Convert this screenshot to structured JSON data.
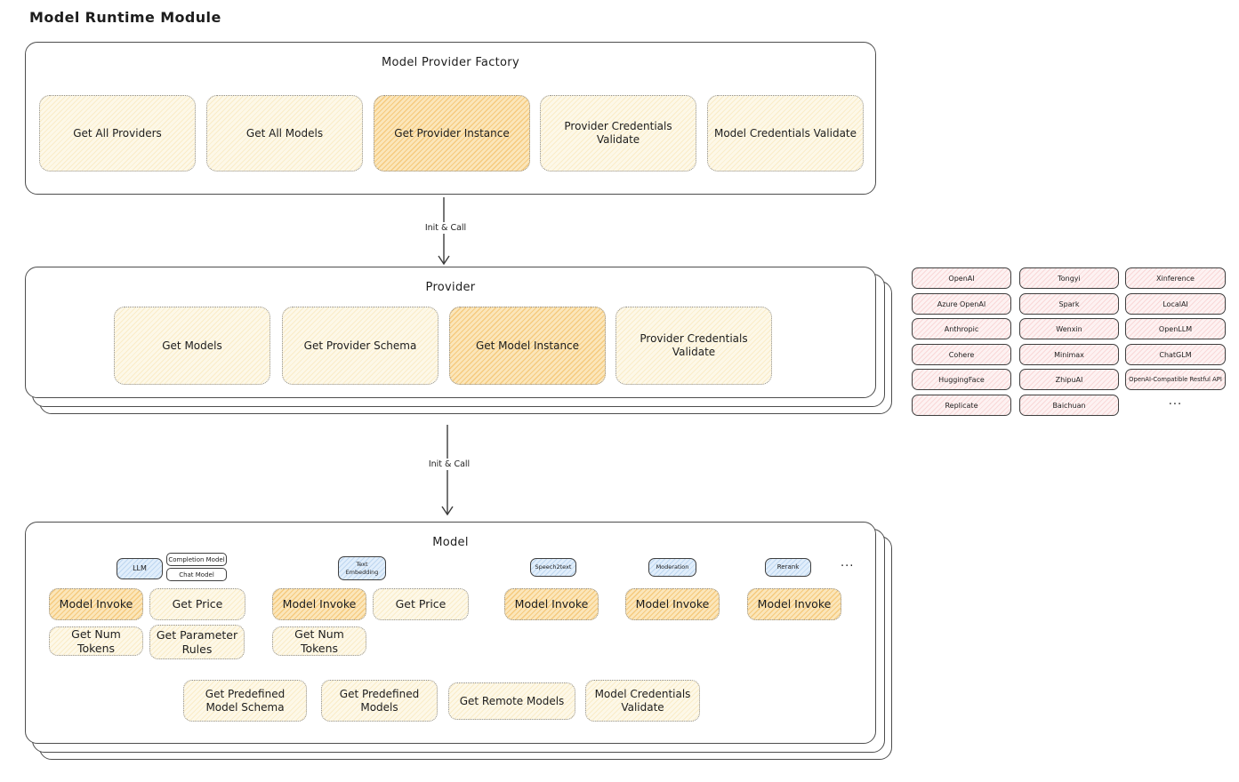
{
  "page": {
    "title": "Model Runtime Module"
  },
  "labels": {
    "init_call": "Init & Call"
  },
  "factory": {
    "title": "Model Provider Factory",
    "boxes": [
      {
        "label": "Get All Providers",
        "highlight": false
      },
      {
        "label": "Get All Models",
        "highlight": false
      },
      {
        "label": "Get Provider Instance",
        "highlight": true
      },
      {
        "label": "Provider Credentials Validate",
        "highlight": false
      },
      {
        "label": "Model Credentials Validate",
        "highlight": false
      }
    ]
  },
  "provider": {
    "title": "Provider",
    "boxes": [
      {
        "label": "Get Models",
        "highlight": false
      },
      {
        "label": "Get Provider Schema",
        "highlight": false
      },
      {
        "label": "Get Model Instance",
        "highlight": true
      },
      {
        "label": "Provider Credentials Validate",
        "highlight": false
      }
    ]
  },
  "providers_panel": {
    "items": [
      {
        "label": "OpenAI"
      },
      {
        "label": "Azure OpenAI"
      },
      {
        "label": "Anthropic"
      },
      {
        "label": "Cohere"
      },
      {
        "label": "HuggingFace"
      },
      {
        "label": "Replicate"
      },
      {
        "label": "Tongyi"
      },
      {
        "label": "Spark"
      },
      {
        "label": "Wenxin"
      },
      {
        "label": "Minimax"
      },
      {
        "label": "ZhipuAI"
      },
      {
        "label": "Baichuan"
      },
      {
        "label": "Xinference"
      },
      {
        "label": "LocalAI"
      },
      {
        "label": "OpenLLM"
      },
      {
        "label": "ChatGLM"
      },
      {
        "label": "OpenAI-Compatible Restful API"
      }
    ],
    "more": "..."
  },
  "model": {
    "title": "Model",
    "tags": [
      {
        "label": "LLM",
        "style": "blue"
      },
      {
        "label": "Completion Model",
        "style": "white"
      },
      {
        "label": "Chat Model",
        "style": "white"
      },
      {
        "label": "Text Embedding",
        "style": "blue"
      },
      {
        "label": "Speech2text",
        "style": "blue"
      },
      {
        "label": "Moderation",
        "style": "blue"
      },
      {
        "label": "Rerank",
        "style": "blue"
      }
    ],
    "more": "...",
    "functions": [
      {
        "label": "Model Invoke",
        "highlight": true
      },
      {
        "label": "Get Price",
        "highlight": false
      },
      {
        "label": "Model Invoke",
        "highlight": true
      },
      {
        "label": "Get Price",
        "highlight": false
      },
      {
        "label": "Model Invoke",
        "highlight": true
      },
      {
        "label": "Model Invoke",
        "highlight": true
      },
      {
        "label": "Model Invoke",
        "highlight": true
      },
      {
        "label": "Get Num Tokens",
        "highlight": false
      },
      {
        "label": "Get Parameter Rules",
        "highlight": false
      },
      {
        "label": "Get Num Tokens",
        "highlight": false
      }
    ],
    "shared_functions": [
      {
        "label": "Get Predefined Model Schema"
      },
      {
        "label": "Get Predefined Models"
      },
      {
        "label": "Get Remote Models"
      },
      {
        "label": "Model Credentials Validate"
      }
    ]
  },
  "colors": {
    "box_cream": "#fdf8e8",
    "box_highlight": "#fbe6ba",
    "provider_pink": "#fdf2f2",
    "tag_blue": "#e1eefb",
    "ink": "#1d1d1d",
    "border_gray": "#4d4d4d"
  }
}
